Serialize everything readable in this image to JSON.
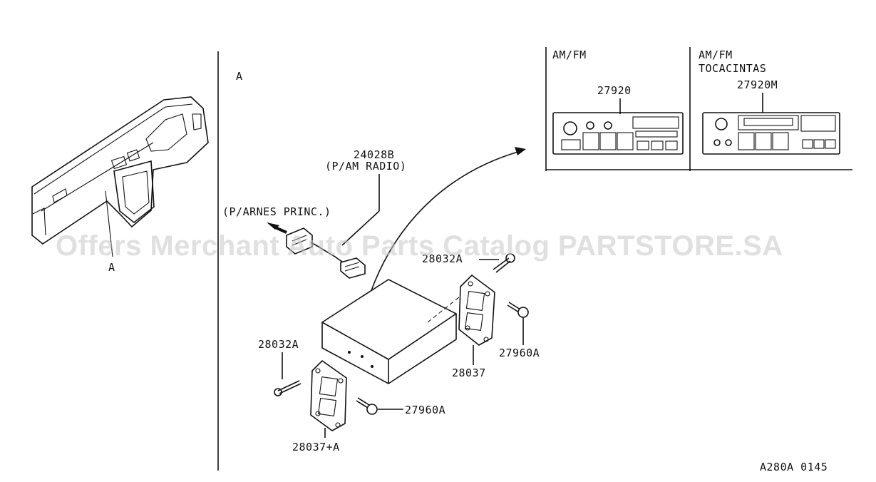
{
  "diagram": {
    "section_marker": "A",
    "detail_marker": "A",
    "drawing_code": "A280A 0145",
    "watermark": "Offers Merchant Auto Parts Catalog PARTSTORE.SA"
  },
  "variants": [
    {
      "header_line1": "AM/FM",
      "header_line2": "",
      "part_number": "27920"
    },
    {
      "header_line1": "AM/FM",
      "header_line2": "TOCACINTAS",
      "part_number": "27920M"
    }
  ],
  "callouts": {
    "harness_number": "24028B",
    "harness_desc": "(P/AM RADIO)",
    "main_harness": "(P/ARNES PRINC.)",
    "screw_right": "28032A",
    "screw_left": "28032A",
    "bolt_right": "27960A",
    "bolt_left": "27960A",
    "bracket_right": "28037",
    "bracket_left": "28037+A"
  }
}
